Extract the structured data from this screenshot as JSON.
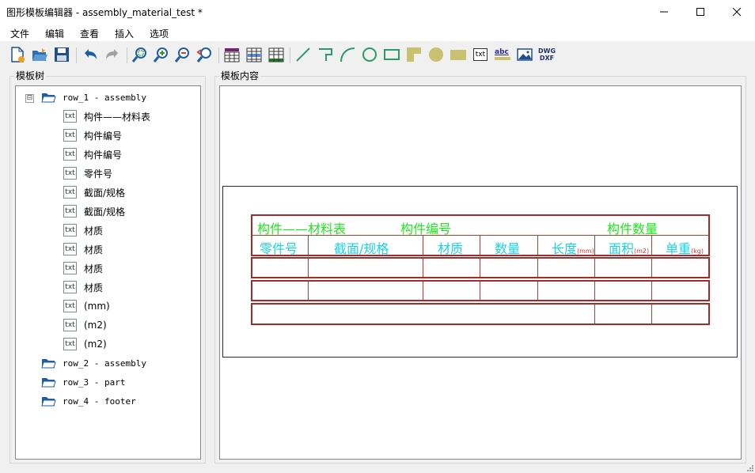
{
  "window": {
    "title": "图形模板编辑器 - assembly_material_test *"
  },
  "menu": [
    "文件",
    "编辑",
    "查看",
    "插入",
    "选项"
  ],
  "toolbar": {
    "dwg_label": "DWG",
    "dxf_label": "DXF",
    "text_tool_label": "txt",
    "abc_label": "abc"
  },
  "left_panel": {
    "title": "模板树",
    "collapse_symbol": "⊟",
    "root": "row_1 - assembly",
    "leaves": [
      "构件——材料表",
      "构件编号",
      "构件编号",
      "零件号",
      "截面/规格",
      "截面/规格",
      "材质",
      "材质",
      "材质",
      "材质",
      "(mm)",
      "(m2)",
      "(m2)"
    ],
    "leaf_icon_label": "txt",
    "rows": [
      "row_2 - assembly",
      "row_3 - part",
      "row_4 - footer"
    ]
  },
  "right_panel": {
    "title": "模板内容"
  },
  "template": {
    "header_green": [
      "构件——材料表",
      "构件编号",
      "构件数量"
    ],
    "columns": [
      "零件号",
      "截面/规格",
      "材质",
      "数量",
      "长度",
      "面积",
      "单重"
    ],
    "units": {
      "length": "(mm)",
      "area": "(m2)",
      "weight": "(kg)"
    }
  },
  "colors": {
    "green_text": "#1ee81e",
    "cyan_text": "#19d4e6",
    "table_border": "#a52a2a",
    "frame_blue": "#1f1f9f"
  }
}
